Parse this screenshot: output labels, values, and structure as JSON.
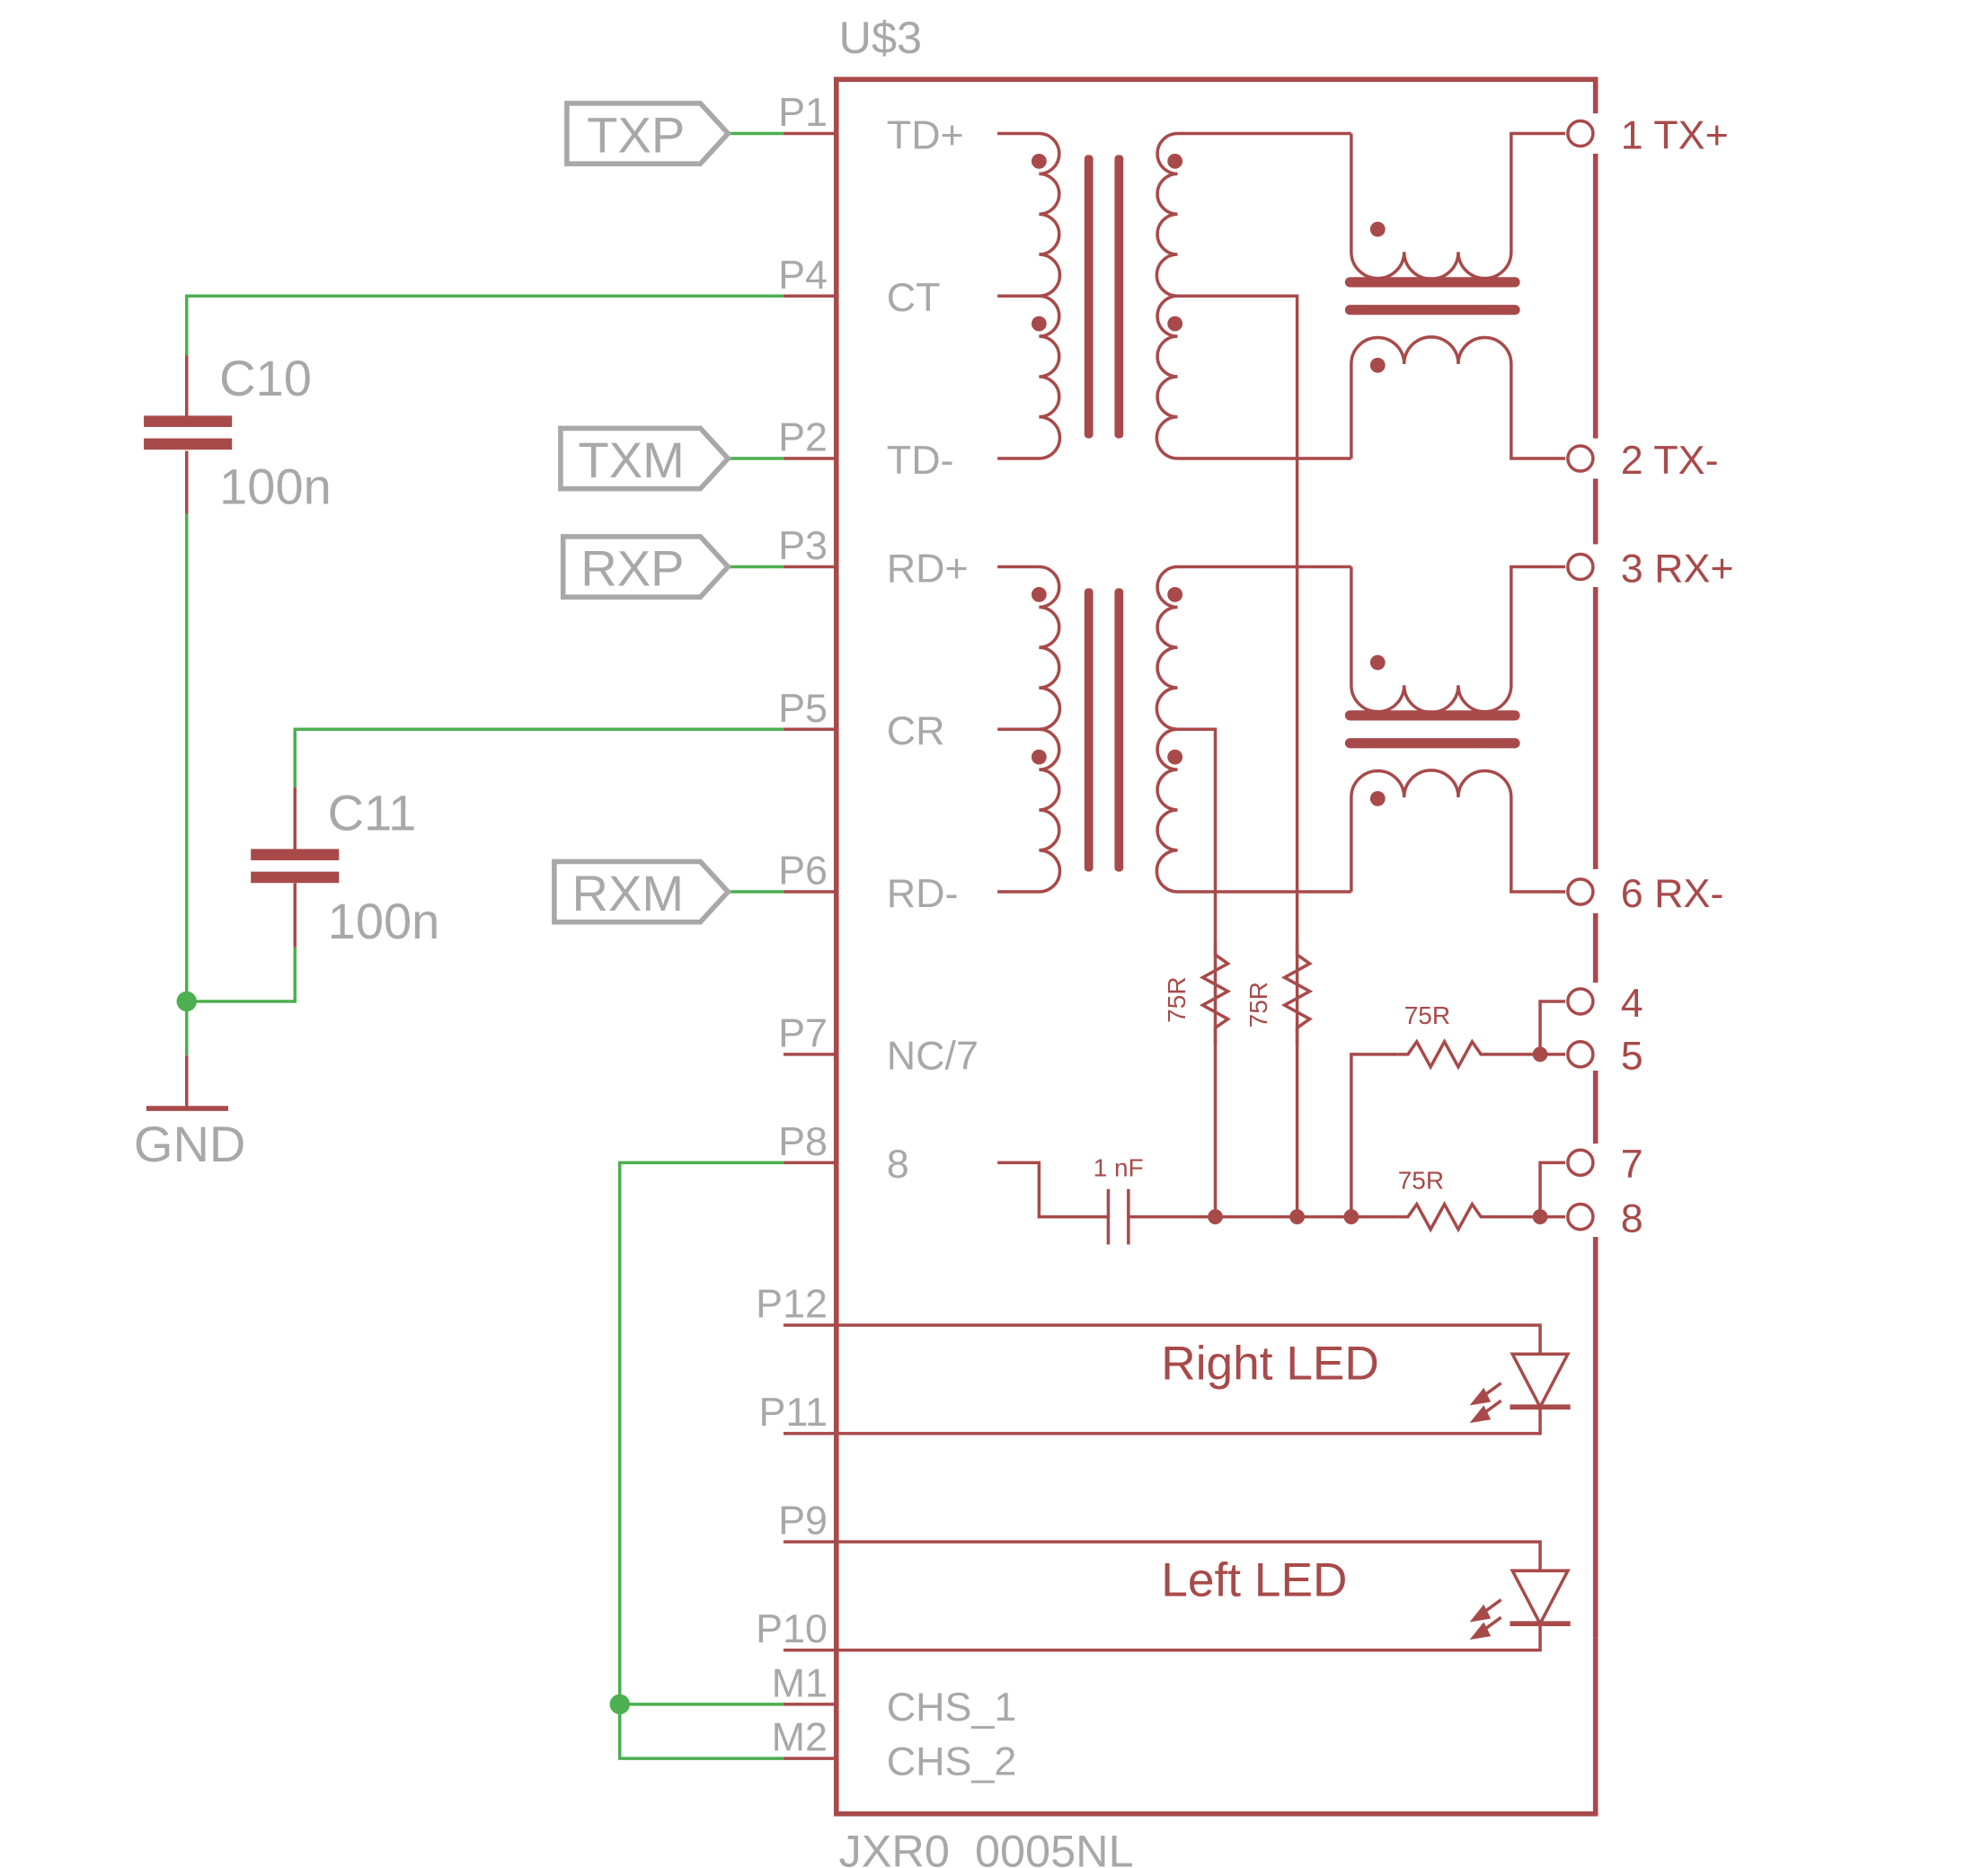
{
  "colors": {
    "part": "#a84a4a",
    "net": "#4caf50",
    "label": "#a8a8a8",
    "background": "#ffffff"
  },
  "part": {
    "name": "U$3",
    "value": "JXR0_0005NL",
    "right_led_label": "Right LED",
    "left_led_label": "Left LED",
    "inner_labels": {
      "cap_1nf": "1 nF",
      "r1": "75R",
      "r2": "75R",
      "r3": "75R",
      "r4": "75R"
    },
    "left_pins": [
      {
        "pin": "P1",
        "name": "TD+"
      },
      {
        "pin": "P4",
        "name": "CT"
      },
      {
        "pin": "P2",
        "name": "TD-"
      },
      {
        "pin": "P3",
        "name": "RD+"
      },
      {
        "pin": "P5",
        "name": "CR"
      },
      {
        "pin": "P6",
        "name": "RD-"
      },
      {
        "pin": "P7",
        "name": "NC/7"
      },
      {
        "pin": "P8",
        "name": "8"
      },
      {
        "pin": "P12",
        "name": ""
      },
      {
        "pin": "P11",
        "name": ""
      },
      {
        "pin": "P9",
        "name": ""
      },
      {
        "pin": "P10",
        "name": ""
      },
      {
        "pin": "M1",
        "name": "CHS_1"
      },
      {
        "pin": "M2",
        "name": "CHS_2"
      }
    ],
    "right_pins": [
      "1 TX+",
      "2 TX-",
      "3 RX+",
      "6 RX-",
      "4",
      "5",
      "7",
      "8"
    ]
  },
  "net_ports": [
    "TXP",
    "TXM",
    "RXP",
    "RXM"
  ],
  "components": [
    {
      "ref": "C10",
      "value": "100n"
    },
    {
      "ref": "C11",
      "value": "100n"
    }
  ],
  "ground": "GND"
}
